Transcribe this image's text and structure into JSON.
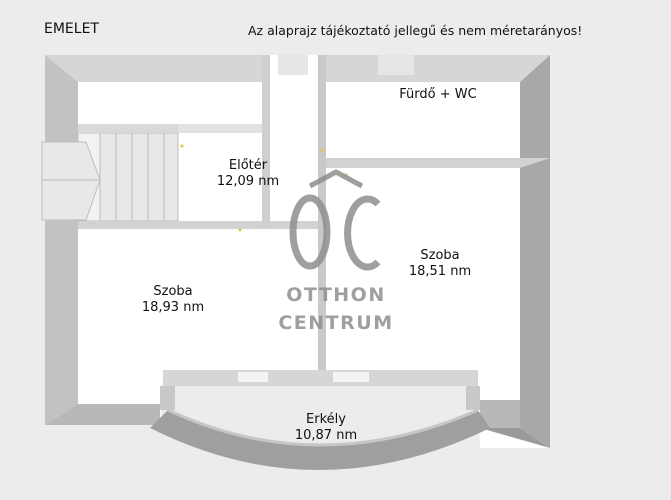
{
  "header": {
    "floor_label": "EMELET",
    "disclaimer": "Az alaprajz tájékoztató jellegű és nem méretarányos!"
  },
  "rooms": [
    {
      "name": "Fürdő + WC",
      "area": ""
    },
    {
      "name": "Előtér",
      "area": "12,09 nm"
    },
    {
      "name": "Szoba",
      "area": "18,51 nm"
    },
    {
      "name": "Szoba",
      "area": "18,93 nm"
    },
    {
      "name": "Erkély",
      "area": "10,87 nm"
    }
  ],
  "watermark": {
    "monogram": "OC",
    "line1": "OTTHON",
    "line2": "CENTRUM"
  },
  "colors": {
    "background": "#ececec",
    "floor": "#ffffff",
    "wall_light": "#d4d4d4",
    "wall_dark": "#8c8c8c",
    "watermark": "#8f8f8f"
  }
}
